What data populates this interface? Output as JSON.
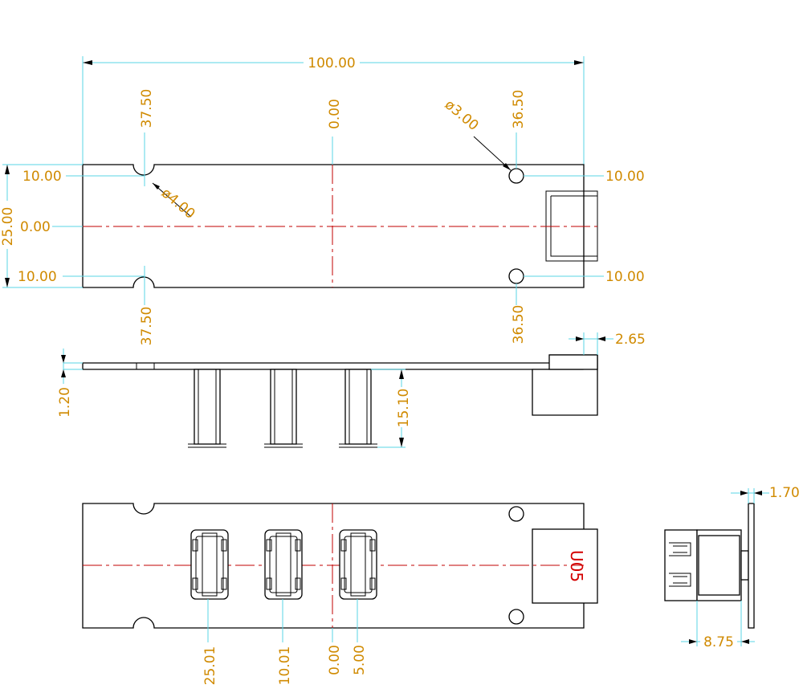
{
  "drawing": {
    "colors": {
      "dimension_text": "#d08a00",
      "extension_line": "#5ad6e6",
      "center_line": "#c00000",
      "part_outline": "#000000",
      "label": "#d40000"
    },
    "top_view": {
      "overall_length": "100.00",
      "overall_width": "25.00",
      "datum_x": "0.00",
      "datum_y": "0.00",
      "notch_x": "37.50",
      "notch_x_bottom": "37.50",
      "notch_dia": "ø4.00",
      "hole_x": "36.50",
      "hole_x_bottom": "36.50",
      "hole_dia": "ø3.00",
      "y_top_left": "10.00",
      "y_bottom_left": "10.00",
      "y_top_right": "10.00",
      "y_bottom_right": "10.00"
    },
    "side_view": {
      "board_thickness": "1.20",
      "connector_height": "15.10",
      "connector_offset": "2.65"
    },
    "bottom_view": {
      "port_x": [
        "25.01",
        "10.01",
        "0.00",
        "5.00"
      ],
      "connector_label": "U05"
    },
    "end_view": {
      "thickness": "1.70",
      "width": "8.75"
    }
  }
}
